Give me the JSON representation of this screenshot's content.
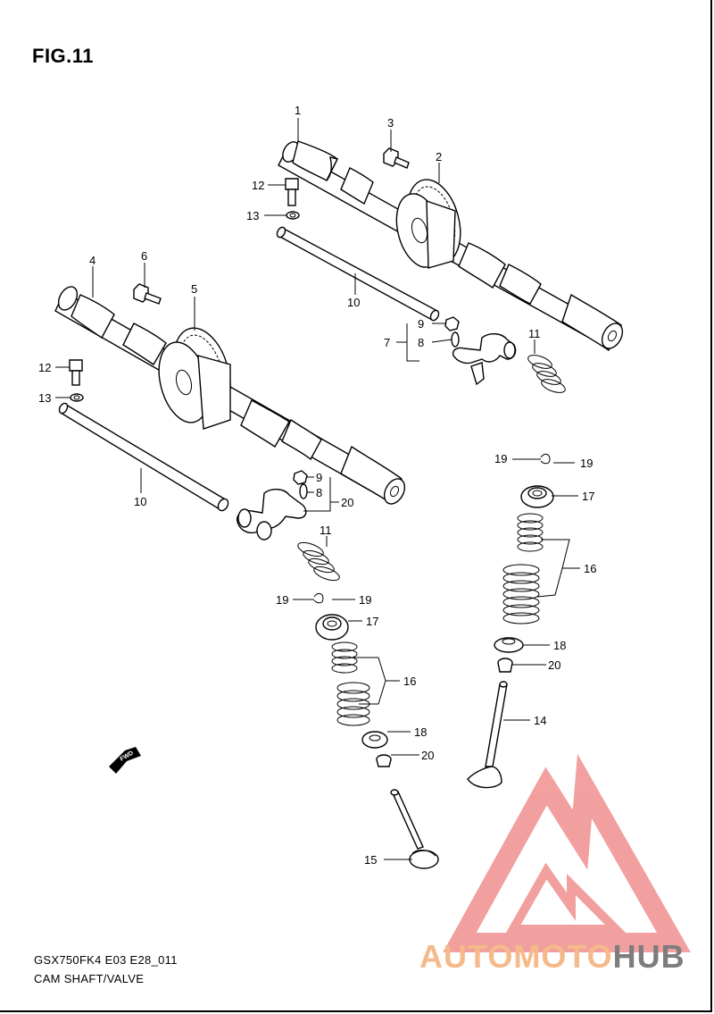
{
  "figure": {
    "title": "FIG.11",
    "code": "GSX750FK4 E03 E28_011",
    "name": "CAM SHAFT/VALVE"
  },
  "callouts": [
    {
      "id": "c1",
      "text": "1"
    },
    {
      "id": "c2",
      "text": "2"
    },
    {
      "id": "c3",
      "text": "3"
    },
    {
      "id": "c4",
      "text": "4"
    },
    {
      "id": "c5",
      "text": "5"
    },
    {
      "id": "c6",
      "text": "6"
    },
    {
      "id": "c7",
      "text": "7"
    },
    {
      "id": "c8a",
      "text": "8"
    },
    {
      "id": "c8b",
      "text": "8"
    },
    {
      "id": "c9a",
      "text": "9"
    },
    {
      "id": "c9b",
      "text": "9"
    },
    {
      "id": "c10a",
      "text": "10"
    },
    {
      "id": "c10b",
      "text": "10"
    },
    {
      "id": "c11a",
      "text": "11"
    },
    {
      "id": "c11b",
      "text": "11"
    },
    {
      "id": "c12a",
      "text": "12"
    },
    {
      "id": "c12b",
      "text": "12"
    },
    {
      "id": "c13a",
      "text": "13"
    },
    {
      "id": "c13b",
      "text": "13"
    },
    {
      "id": "c14",
      "text": "14"
    },
    {
      "id": "c15",
      "text": "15"
    },
    {
      "id": "c16a",
      "text": "16"
    },
    {
      "id": "c16b",
      "text": "16"
    },
    {
      "id": "c17a",
      "text": "17"
    },
    {
      "id": "c17b",
      "text": "17"
    },
    {
      "id": "c18a",
      "text": "18"
    },
    {
      "id": "c18b",
      "text": "18"
    },
    {
      "id": "c19a",
      "text": "19"
    },
    {
      "id": "c19b",
      "text": "19"
    },
    {
      "id": "c19c",
      "text": "19"
    },
    {
      "id": "c19d",
      "text": "19"
    },
    {
      "id": "c20a",
      "text": "20"
    },
    {
      "id": "c20b",
      "text": "20"
    },
    {
      "id": "c20c",
      "text": "20"
    }
  ],
  "fwd_label": "FWD",
  "watermark": {
    "part1": "AUTOMOTO",
    "part2": "HUB",
    "color1": "#f5b98a",
    "color2": "#7d7d7d",
    "logo_color": "#f08f8f"
  }
}
